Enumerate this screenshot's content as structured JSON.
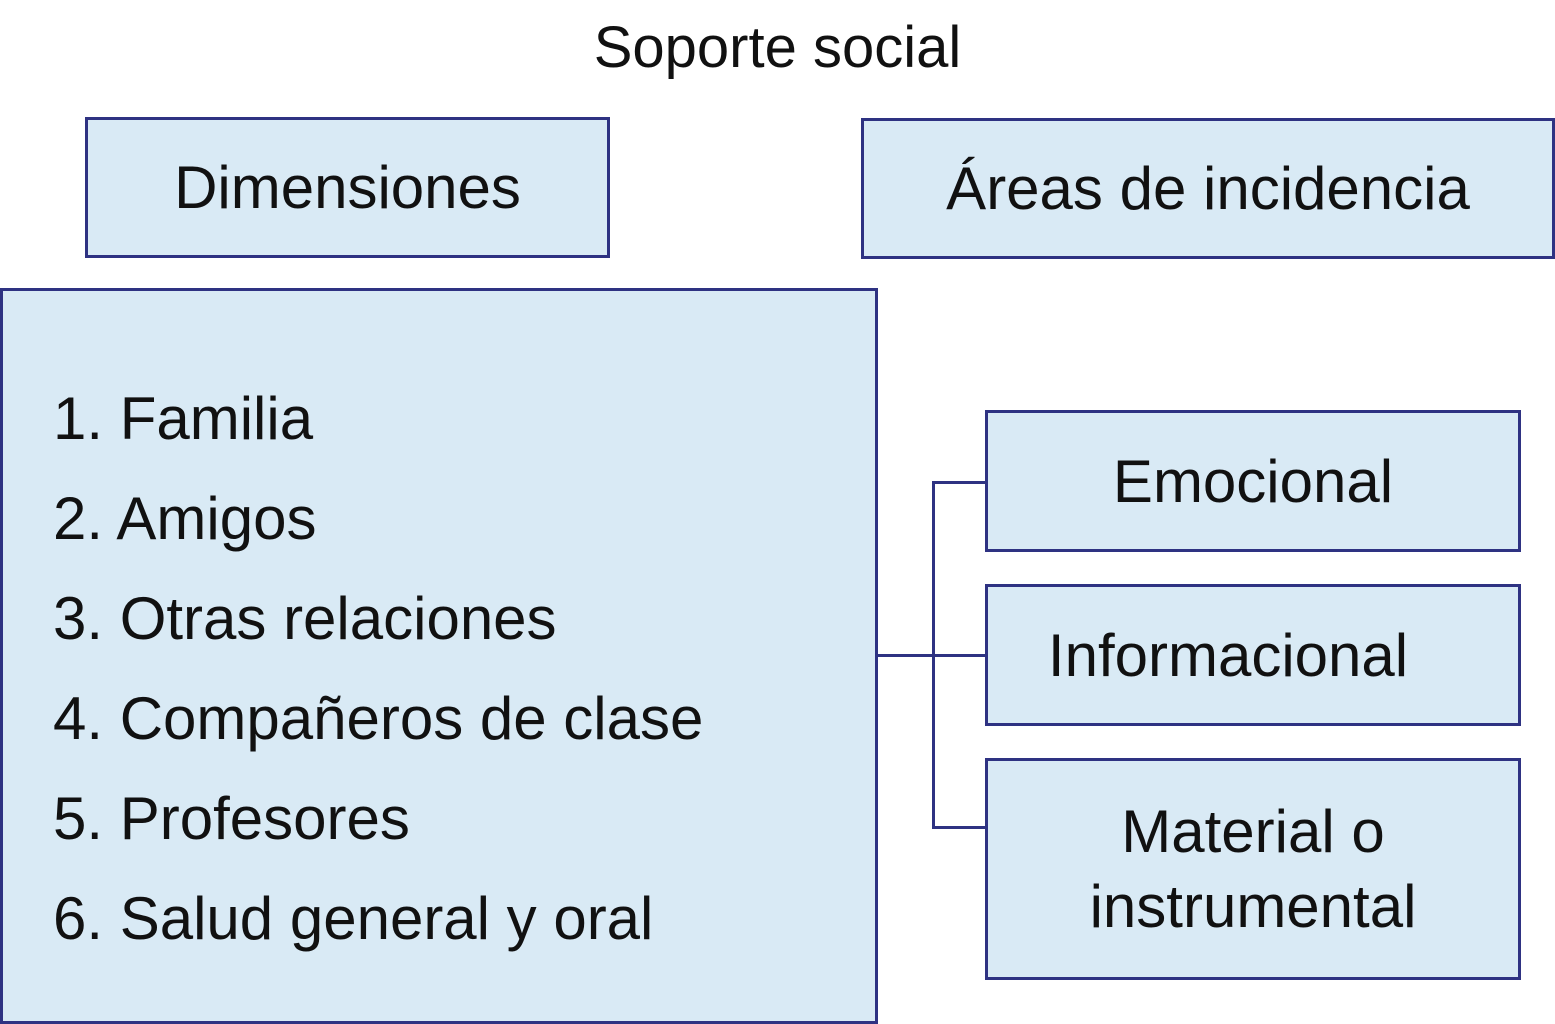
{
  "title": "Soporte social",
  "headers": {
    "dimensions": "Dimensiones",
    "areas": "Áreas de incidencia"
  },
  "dimensions": [
    "1. Familia",
    "2. Amigos",
    "3. Otras relaciones",
    "4. Compañeros de clase",
    "5. Profesores",
    "6. Salud general y oral"
  ],
  "areas": [
    "Emocional",
    "Informacional",
    "Material o instrumental"
  ],
  "colors": {
    "fill": "#d9eaf5",
    "border": "#2e3282"
  }
}
